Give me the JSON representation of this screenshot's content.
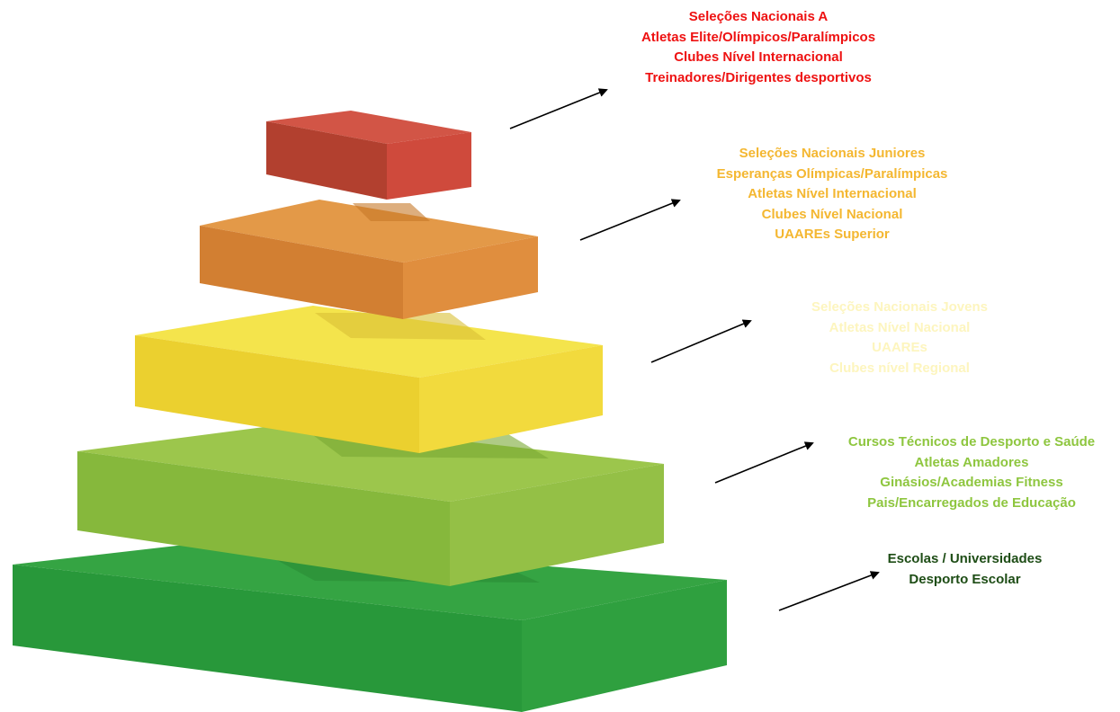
{
  "tiers": [
    {
      "name": "tier-1",
      "colors": {
        "top": "#d25546",
        "front": "#b2402f",
        "side": "#cf4a3c"
      },
      "lines": [
        "Seleções Nacionais A",
        "Atletas Elite/Olímpicos/Paralímpicos",
        "Clubes Nível Internacional",
        "Treinadores/Dirigentes desportivos"
      ],
      "text_color": "#ee1111"
    },
    {
      "name": "tier-2",
      "colors": {
        "top": "#e39948",
        "front": "#d27f32",
        "side": "#e08e3e"
      },
      "lines": [
        "Seleções Nacionais Juniores",
        "Esperanças Olímpicas/Paralímpicas",
        "Atletas Nível Internacional",
        "Clubes Nível Nacional",
        "UAAREs Superior"
      ],
      "text_color": "#f4b731"
    },
    {
      "name": "tier-3",
      "colors": {
        "top": "#f4e44c",
        "front": "#ebd02f",
        "side": "#f2da3d"
      },
      "lines": [
        "Seleções Nacionais Jovens",
        "Atletas Nível Nacional",
        "UAAREs",
        "Clubes nível Regional"
      ],
      "text_color": "#fdf5be"
    },
    {
      "name": "tier-4",
      "colors": {
        "top": "#9cc64c",
        "front": "#86b83c",
        "side": "#94c046"
      },
      "lines": [
        "Cursos Técnicos de Desporto e Saúde",
        "Atletas Amadores",
        "Ginásios/Academias Fitness",
        "Pais/Encarregados de Educação"
      ],
      "text_color": "#8ec63f"
    },
    {
      "name": "tier-5",
      "colors": {
        "top": "#35a443",
        "front": "#28983a",
        "side": "#2fa03f"
      },
      "lines": [
        "Escolas / Universidades",
        "Desporto Escolar"
      ],
      "text_color": "#1e4d16"
    }
  ],
  "arrow_color": "#000000"
}
